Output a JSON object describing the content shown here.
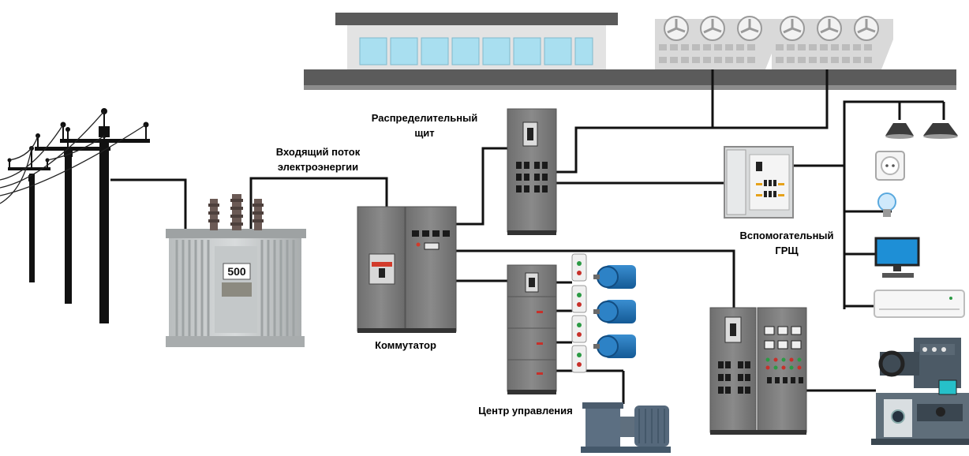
{
  "labels": {
    "incoming_line1": "Входящий поток",
    "incoming_line2": "электроэнергии",
    "distribution_line1": "Распределительный",
    "distribution_line2": "щит",
    "switch": "Коммутатор",
    "control_center": "Центр управления",
    "aux_line1": "Вспомогательный",
    "aux_line2": "ГРЩ"
  },
  "transformer": {
    "rating": "500"
  },
  "colors": {
    "line": "#111111",
    "cabinet": "#7a7a7a",
    "roof": "#5b5b5b",
    "motor": "#1f72b8",
    "window": "#a9dff0",
    "monitor": "#1e8fd6"
  },
  "icons": [
    "power-pole-icon",
    "transformer-icon",
    "cabinet-icon",
    "motor-icon",
    "pump-icon",
    "lamp-icon",
    "socket-icon",
    "bulb-icon",
    "monitor-icon",
    "air-conditioner-icon",
    "machine-icon",
    "fan-icon"
  ]
}
